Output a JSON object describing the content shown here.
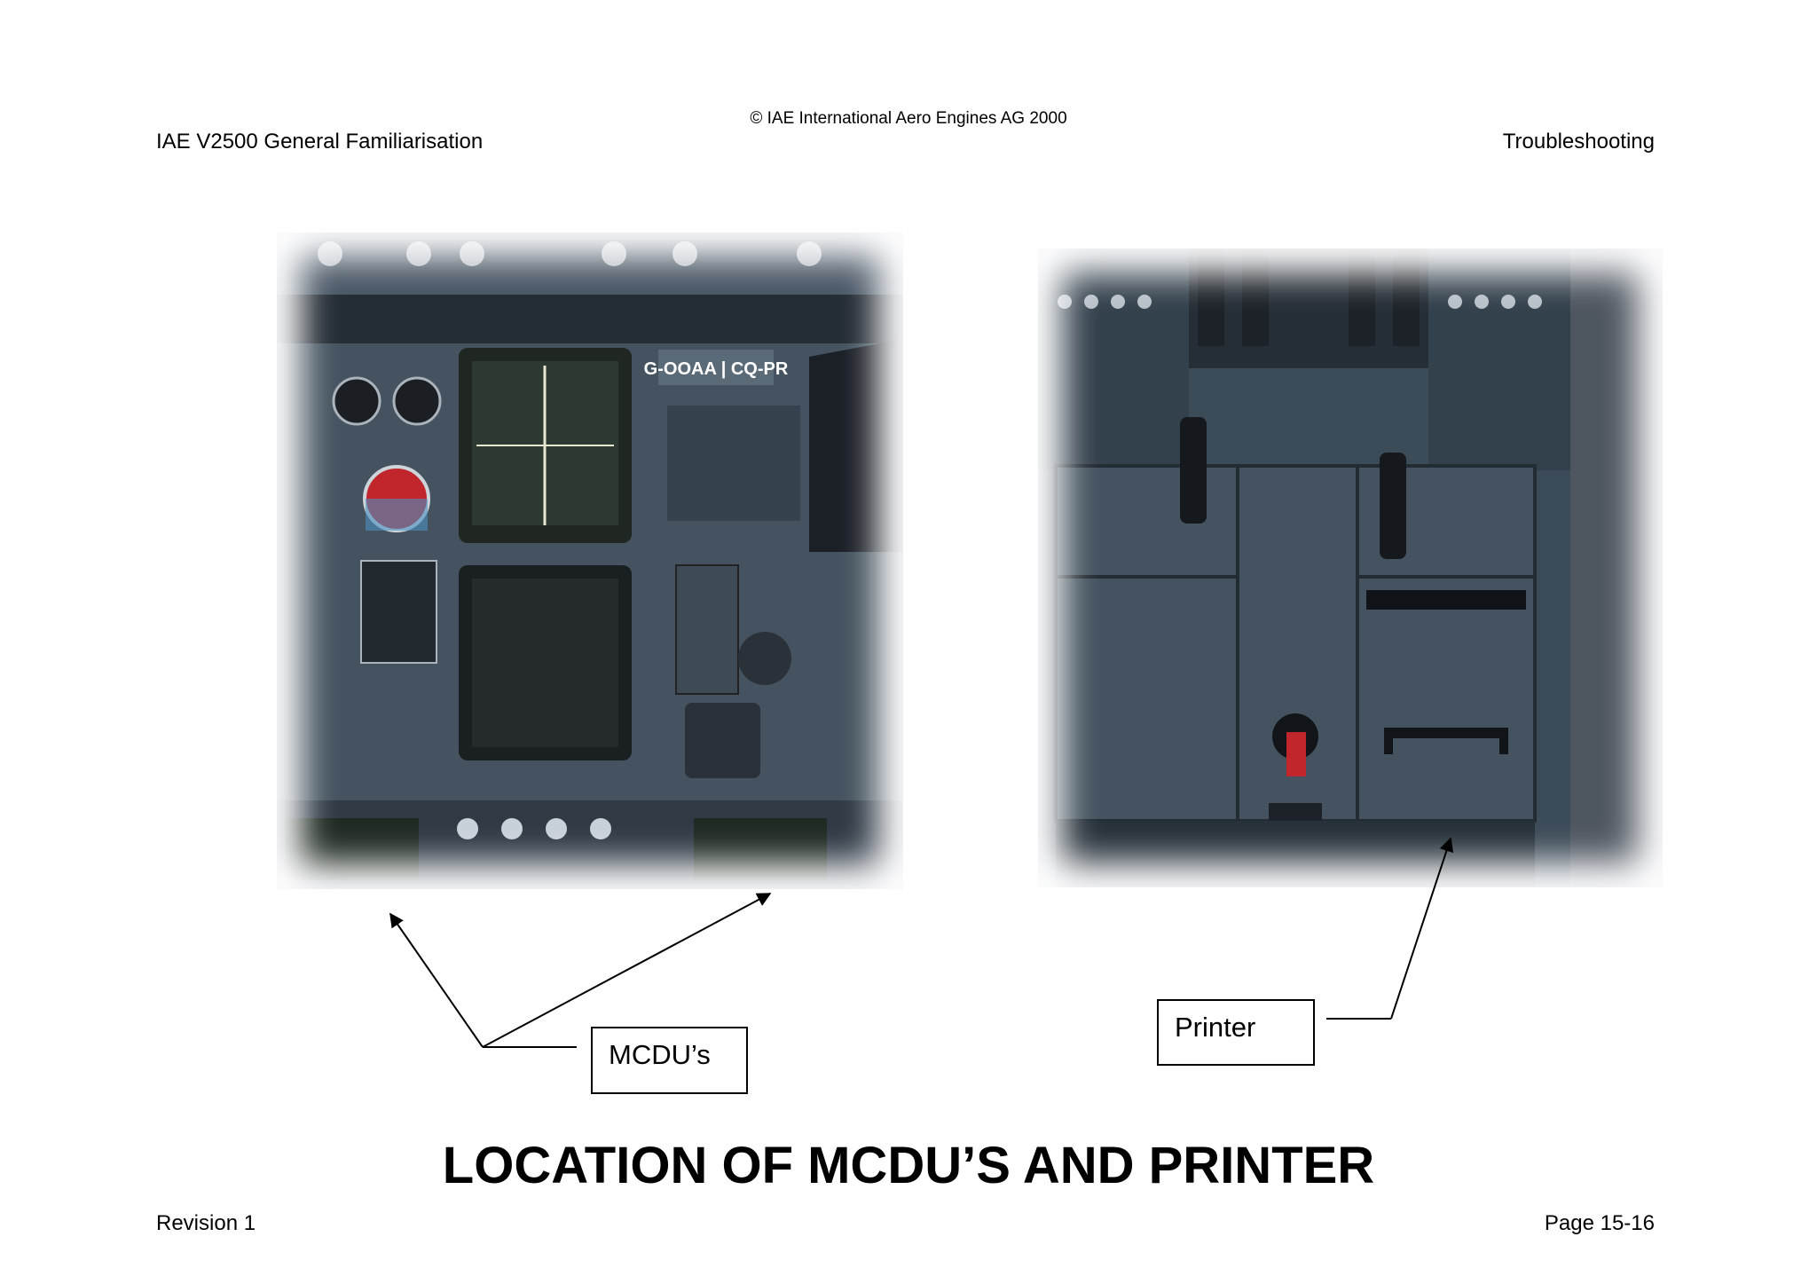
{
  "header": {
    "left": "IAE V2500 General Familiarisation",
    "center": "© IAE International Aero Engines AG 2000",
    "right": "Troubleshooting"
  },
  "photos": {
    "left": {
      "registration_label": "G-OOAA | CQ-PR",
      "subject": "main-instrument-panel-with-mcdus"
    },
    "right": {
      "subject": "centre-pedestal-with-printer"
    }
  },
  "callouts": {
    "mcdu": "MCDU’s",
    "printer": "Printer"
  },
  "main_title": "LOCATION OF MCDU’S AND PRINTER",
  "footer": {
    "left": "Revision 1",
    "right": "Page 15-16"
  },
  "colors": {
    "panel": "#3b4a58",
    "panel_dark": "#2a3541",
    "screen": "#1f2a22",
    "accent_red": "#c0262c"
  }
}
